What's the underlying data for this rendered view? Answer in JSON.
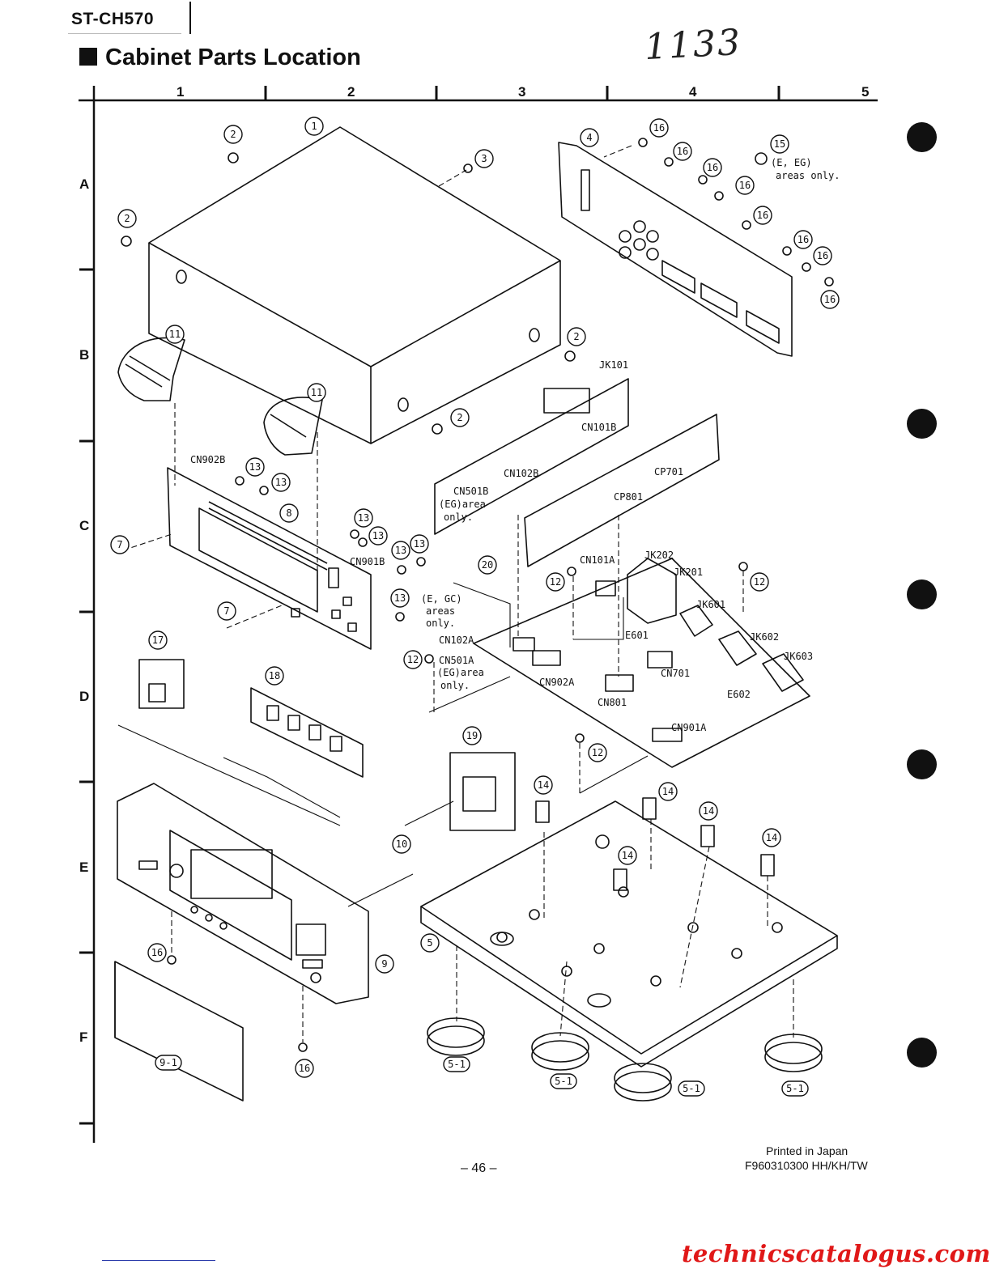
{
  "header": {
    "model": "ST-CH570",
    "title": "Cabinet Parts Location",
    "handwritten_note": "1133"
  },
  "grid": {
    "columns": [
      "1",
      "2",
      "3",
      "4",
      "5"
    ],
    "rows": [
      "A",
      "B",
      "C",
      "D",
      "E",
      "F"
    ]
  },
  "callouts": {
    "c1": "1",
    "c2": "2",
    "c3": "3",
    "c4": "4",
    "c5": "5",
    "c5_1": "5-1",
    "c7": "7",
    "c8": "8",
    "c9": "9",
    "c9_1": "9-1",
    "c10": "10",
    "c11": "11",
    "c12": "12",
    "c13": "13",
    "c14": "14",
    "c15": "15",
    "c16": "16",
    "c17": "17",
    "c18": "18",
    "c19": "19",
    "c20": "20"
  },
  "labels": {
    "jk101": "JK101",
    "cn101b": "CN101B",
    "cn102b": "CN102B",
    "cp701": "CP701",
    "cn501b": "CN501B",
    "eg_area": "(EG)area",
    "only": "only.",
    "cp801": "CP801",
    "cn902b": "CN902B",
    "cn901b": "CN901B",
    "cn101a": "CN101A",
    "jk202": "JK202",
    "jk201": "JK201",
    "jk601": "JK601",
    "jk602": "JK602",
    "jk603": "JK603",
    "e601": "E601",
    "e602": "E602",
    "cn102a": "CN102A",
    "cn501a": "CN501A",
    "cn902a": "CN902A",
    "cn701": "CN701",
    "cn801": "CN801",
    "cn901a": "CN901A",
    "e_gc": "(E, GC)",
    "areas": "areas",
    "e_eg": "(E, EG)",
    "areas_only": "areas only."
  },
  "footer": {
    "page": "– 46 –",
    "printed": "Printed in Japan",
    "code": "F960310300 HH/KH/TW"
  },
  "watermark": "technicscatalogus.com"
}
